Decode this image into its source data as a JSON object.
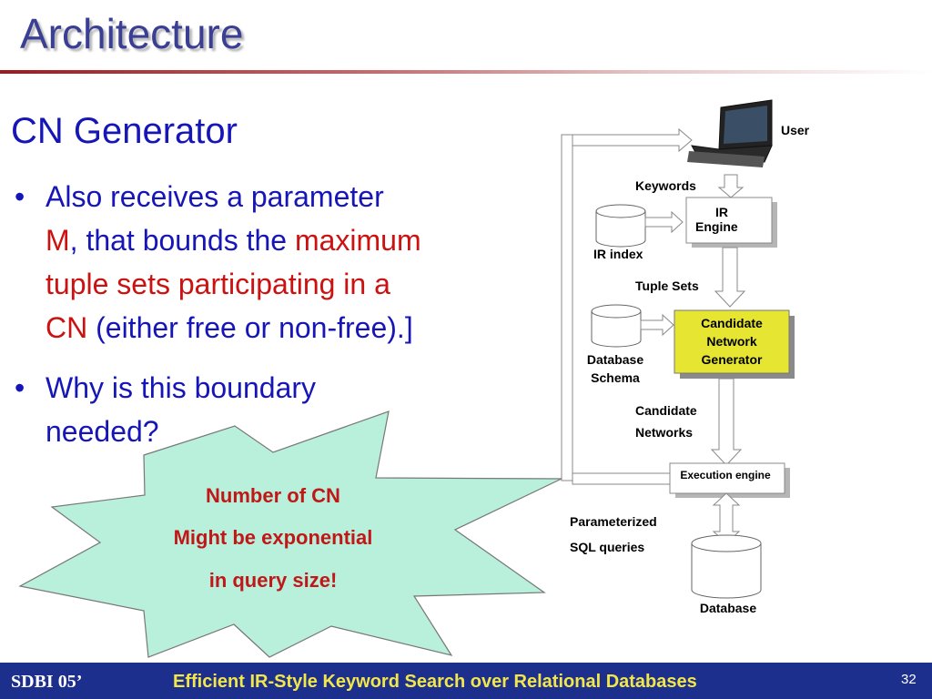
{
  "slide": {
    "title": "Architecture",
    "section_heading": "CN Generator",
    "bullets": [
      {
        "lines": [
          [
            {
              "text": "Also receives a parameter",
              "color": "blue"
            }
          ],
          [
            {
              "text": "M",
              "color": "red"
            },
            {
              "text": ", that bounds the ",
              "color": "blue"
            },
            {
              "text": "maximum",
              "color": "red"
            }
          ],
          [
            {
              "text": "tuple sets participating in a",
              "color": "red"
            }
          ],
          [
            {
              "text": "CN",
              "color": "red"
            },
            {
              "text": " (either free or non-free).]",
              "color": "blue"
            }
          ]
        ]
      },
      {
        "lines": [
          [
            {
              "text": "Why is this boundary",
              "color": "blue"
            }
          ],
          [
            {
              "text": "needed?",
              "color": "blue"
            }
          ]
        ]
      }
    ],
    "callout": {
      "lines": [
        "Number of CN",
        "Might be exponential",
        "in query size!"
      ]
    }
  },
  "diagram": {
    "labels": {
      "user": "User",
      "keywords": "Keywords",
      "ir_engine_line1": "IR",
      "ir_engine_line2": "Engine",
      "ir_index": "IR index",
      "tuple_sets": "Tuple Sets",
      "cng_line1": "Candidate",
      "cng_line2": "Network",
      "cng_line3": "Generator",
      "db_schema_line1": "Database",
      "db_schema_line2": "Schema",
      "candidate_networks_line1": "Candidate",
      "candidate_networks_line2": "Networks",
      "execution_engine": "Execution engine",
      "parameterized_line1": "Parameterized",
      "parameterized_line2": "SQL queries",
      "database": "Database"
    }
  },
  "footer": {
    "left": "SDBI 05’",
    "center": "Efficient IR-Style Keyword Search over Relational Databases",
    "page_number": "32"
  },
  "colors": {
    "title": "#3a3f94",
    "body_blue": "#1616b8",
    "emphasis_red": "#cc1111",
    "footer_bg": "#1d2f8c",
    "footer_center_text": "#f2e64a",
    "callout_fill": "#b8f0dc",
    "cng_box_fill": "#e6e632"
  }
}
